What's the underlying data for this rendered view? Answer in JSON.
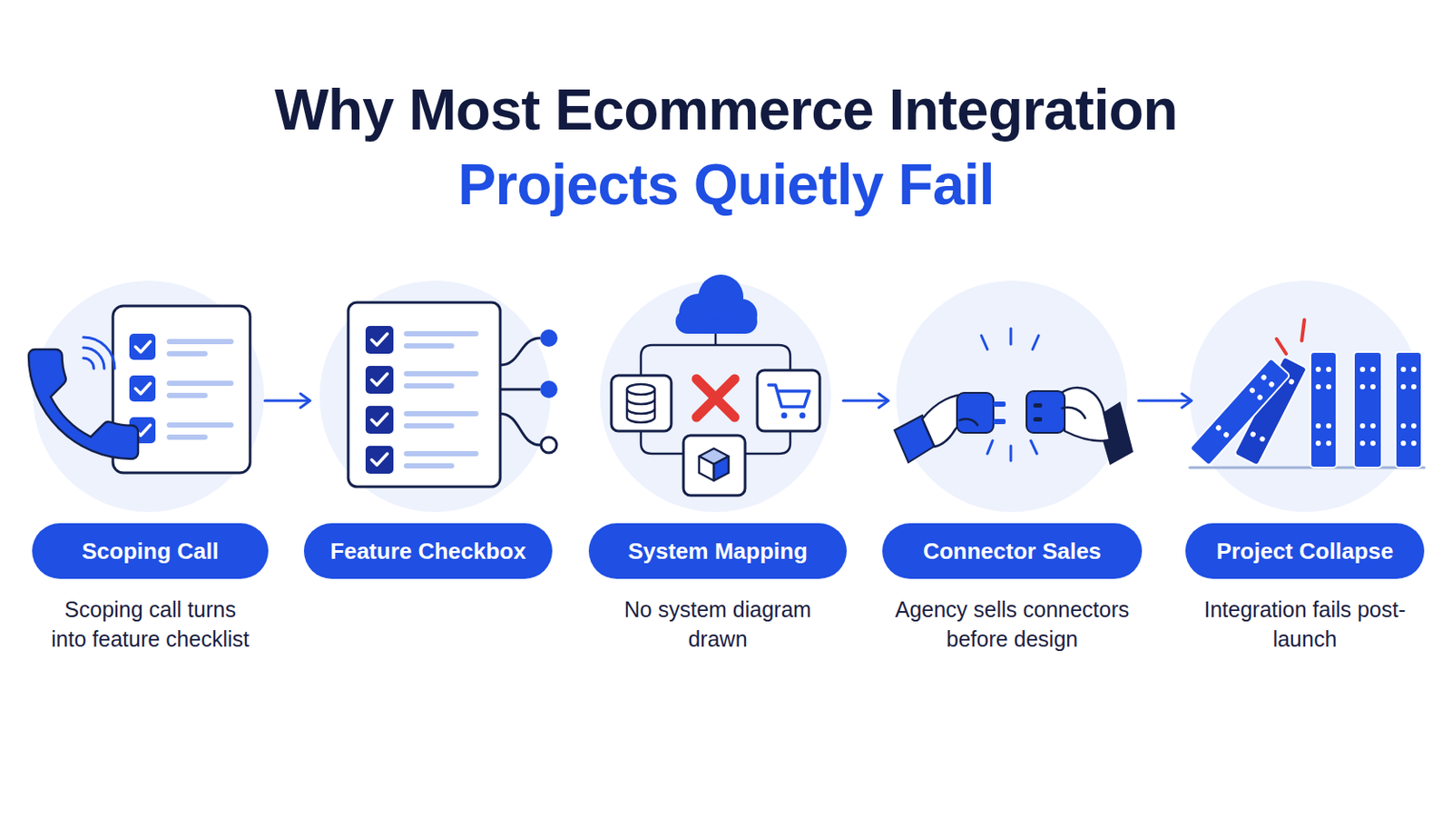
{
  "diagram": {
    "title": "Why Most Ecommerce Integration Projects Quietly Fail",
    "nodes": [
      {
        "text": [
          "Scoping Call",
          "Scoping call turns into feature checklist"
        ]
      },
      {
        "text": [
          "Feature Checkbox"
        ]
      },
      {
        "text": [
          "System Mapping",
          "No system diagram drawn"
        ]
      },
      {
        "text": [
          "Connector Sales",
          "Agency sells connectors before design"
        ]
      },
      {
        "text": [
          "Project Collapse",
          "Integration fails post-launch"
        ]
      }
    ],
    "edges": [
      {
        "from": 0,
        "to": 1,
        "arrow": "to"
      },
      {
        "from": 2,
        "to": 3,
        "arrow": "to"
      },
      {
        "from": 3,
        "to": 4,
        "arrow": "to"
      }
    ]
  }
}
